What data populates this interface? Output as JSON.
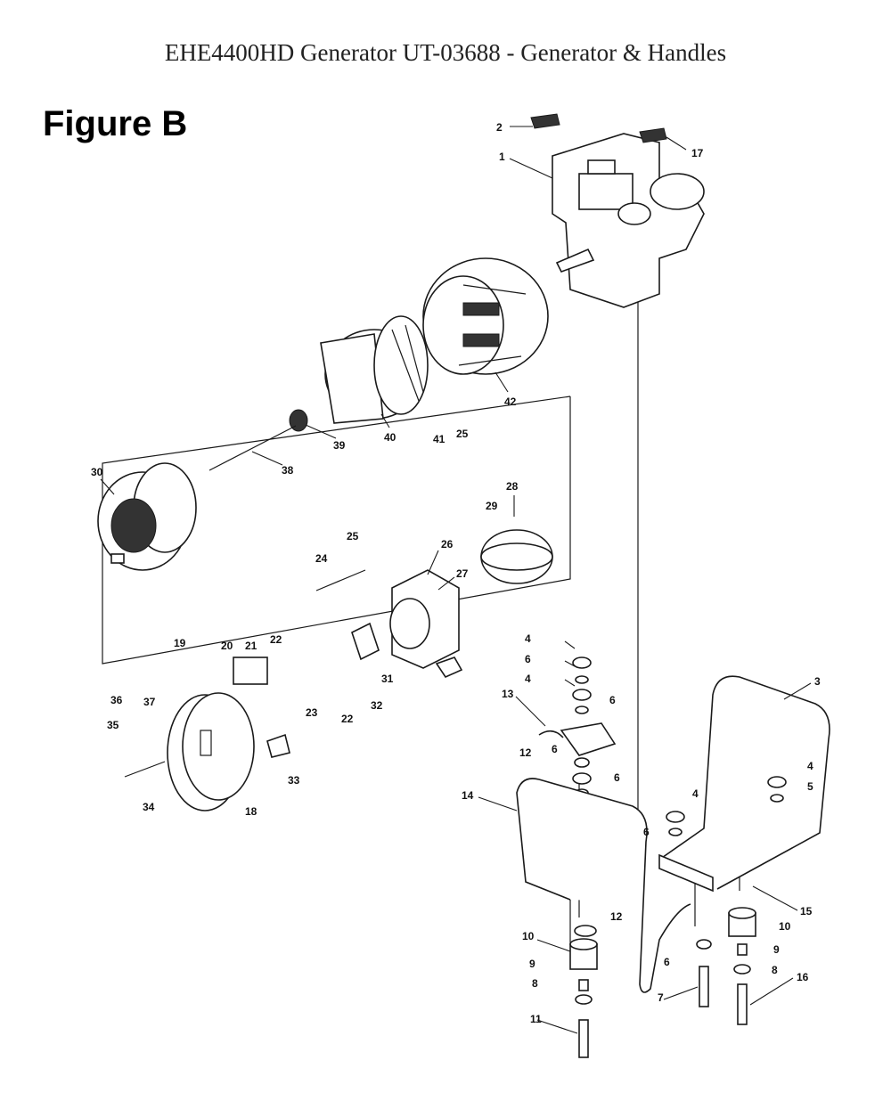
{
  "title": "EHE4400HD Generator UT-03688 - Generator & Handles",
  "figure_label": "Figure B",
  "callouts": [
    {
      "id": "c1",
      "label": "1"
    },
    {
      "id": "c2",
      "label": "2"
    },
    {
      "id": "c17",
      "label": "17"
    },
    {
      "id": "c42",
      "label": "42"
    },
    {
      "id": "c40",
      "label": "40"
    },
    {
      "id": "c39",
      "label": "39"
    },
    {
      "id": "c41",
      "label": "41"
    },
    {
      "id": "c25a",
      "label": "25"
    },
    {
      "id": "c38",
      "label": "38"
    },
    {
      "id": "c30",
      "label": "30"
    },
    {
      "id": "c28",
      "label": "28"
    },
    {
      "id": "c29",
      "label": "29"
    },
    {
      "id": "c25b",
      "label": "25"
    },
    {
      "id": "c24",
      "label": "24"
    },
    {
      "id": "c26",
      "label": "26"
    },
    {
      "id": "c27",
      "label": "27"
    },
    {
      "id": "c19",
      "label": "19"
    },
    {
      "id": "c20",
      "label": "20"
    },
    {
      "id": "c21",
      "label": "21"
    },
    {
      "id": "c22a",
      "label": "22"
    },
    {
      "id": "c31",
      "label": "31"
    },
    {
      "id": "c36",
      "label": "36"
    },
    {
      "id": "c37",
      "label": "37"
    },
    {
      "id": "c35",
      "label": "35"
    },
    {
      "id": "c23",
      "label": "23"
    },
    {
      "id": "c22b",
      "label": "22"
    },
    {
      "id": "c32",
      "label": "32"
    },
    {
      "id": "c33",
      "label": "33"
    },
    {
      "id": "c34",
      "label": "34"
    },
    {
      "id": "c18",
      "label": "18"
    },
    {
      "id": "c4a",
      "label": "4"
    },
    {
      "id": "c6a",
      "label": "6"
    },
    {
      "id": "c4b",
      "label": "4"
    },
    {
      "id": "c6b",
      "label": "6"
    },
    {
      "id": "c13",
      "label": "13"
    },
    {
      "id": "c6c",
      "label": "6"
    },
    {
      "id": "c12a",
      "label": "12"
    },
    {
      "id": "c6d",
      "label": "6"
    },
    {
      "id": "c14",
      "label": "14"
    },
    {
      "id": "c3",
      "label": "3"
    },
    {
      "id": "c4c",
      "label": "4"
    },
    {
      "id": "c5",
      "label": "5"
    },
    {
      "id": "c4d",
      "label": "4"
    },
    {
      "id": "c6e",
      "label": "6"
    },
    {
      "id": "c15",
      "label": "15"
    },
    {
      "id": "c12b",
      "label": "12"
    },
    {
      "id": "c10a",
      "label": "10"
    },
    {
      "id": "c10b",
      "label": "10"
    },
    {
      "id": "c9a",
      "label": "9"
    },
    {
      "id": "c9b",
      "label": "9"
    },
    {
      "id": "c6f",
      "label": "6"
    },
    {
      "id": "c8a",
      "label": "8"
    },
    {
      "id": "c8b",
      "label": "8"
    },
    {
      "id": "c7",
      "label": "7"
    },
    {
      "id": "c16",
      "label": "16"
    },
    {
      "id": "c11",
      "label": "11"
    }
  ]
}
